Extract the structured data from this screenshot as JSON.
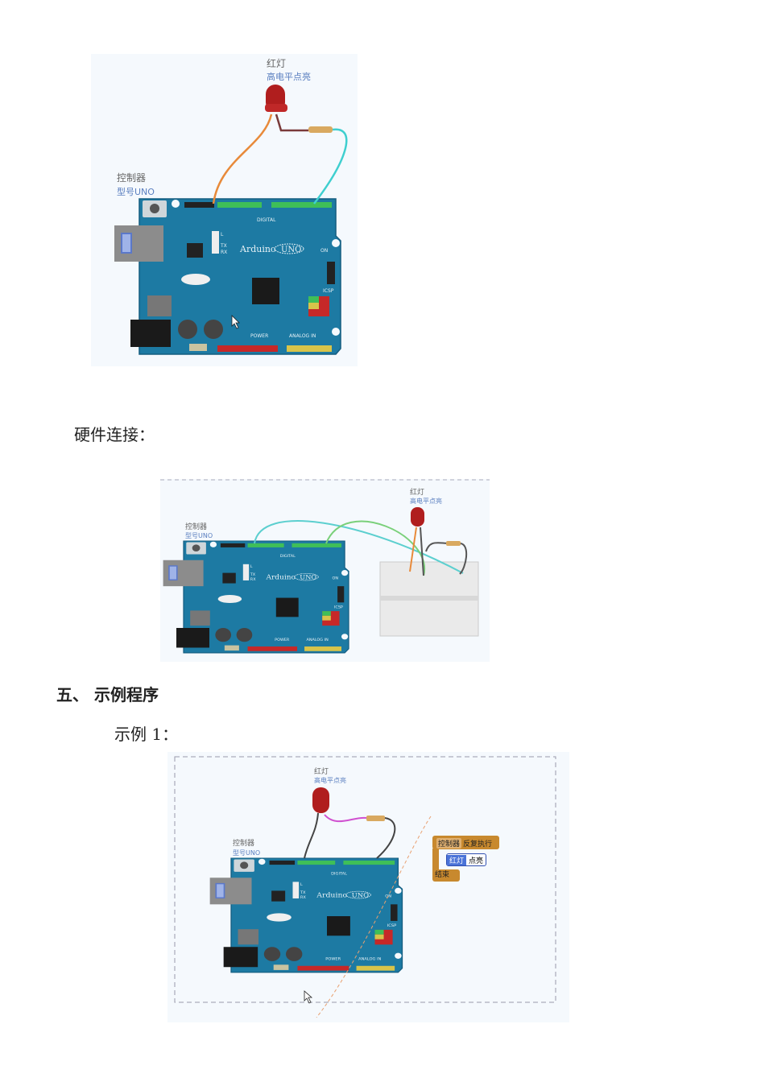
{
  "board": {
    "brand": "Arduino",
    "model": "UNO",
    "digital": "DIGITAL",
    "power": "POWER",
    "analog": "ANALOG IN",
    "icsp": "ICSP",
    "on": "ON",
    "tx": "TX",
    "rx": "RX",
    "l": "L"
  },
  "figure1": {
    "led_name": "红灯",
    "led_desc": "高电平点亮",
    "ctrl_name": "控制器",
    "ctrl_model": "型号UNO"
  },
  "section_hardware": "硬件连接：",
  "figure2": {
    "led_name": "红灯",
    "led_desc": "高电平点亮",
    "ctrl_name": "控制器",
    "ctrl_model": "型号UNO"
  },
  "section5_heading": "五、 示例程序",
  "example1_label": "示例 1：",
  "figure3": {
    "led_name": "红灯",
    "led_desc": "高电平点亮",
    "ctrl_name": "控制器",
    "ctrl_model": "型号UNO",
    "blocks": {
      "controller": "控制器",
      "loop": "反复执行",
      "led": "红灯",
      "action": "点亮",
      "end": "结束"
    }
  },
  "colors": {
    "board": "#1d7aa3",
    "label_blue": "#5a7fc0",
    "block_orange": "#c8892e",
    "block_blue": "#4a73d8"
  }
}
